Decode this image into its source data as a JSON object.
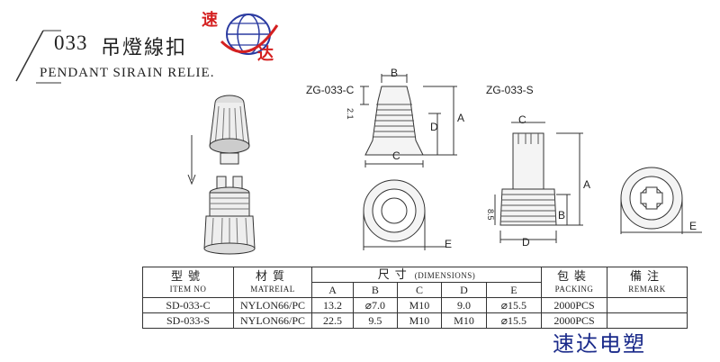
{
  "header": {
    "model_no": "033",
    "title_cn": "吊燈線扣",
    "title_en": "PENDANT SIRAIN RELIE.",
    "logo_text_top": "速",
    "logo_text_bottom": "达"
  },
  "drawings": {
    "label_c": "ZG-033-C",
    "label_s": "ZG-033-S",
    "dim_a": "A",
    "dim_b": "B",
    "dim_c": "C",
    "dim_d": "D",
    "dim_e": "E",
    "dim_21": "2.1",
    "dim_85": "8.5"
  },
  "table": {
    "headers": {
      "item_cn": "型號",
      "item_en": "ITEM NO",
      "material_cn": "材質",
      "material_en": "MATREIAL",
      "dim_cn": "尺寸",
      "dim_en": "(DIMENSIONS)",
      "packing_cn": "包裝",
      "packing_en": "PACKING",
      "remark_cn": "備注",
      "remark_en": "REMARK",
      "cols": [
        "A",
        "B",
        "C",
        "D",
        "E"
      ]
    },
    "rows": [
      {
        "item": "SD-033-C",
        "material": "NYLON66/PC",
        "a": "13.2",
        "b": "⌀7.0",
        "c": "M10",
        "d": "9.0",
        "e": "⌀15.5",
        "packing": "2000PCS",
        "remark": ""
      },
      {
        "item": "SD-033-S",
        "material": "NYLON66/PC",
        "a": "22.5",
        "b": "9.5",
        "c": "M10",
        "d": "M10",
        "e": "⌀15.5",
        "packing": "2000PCS",
        "remark": ""
      }
    ]
  },
  "footer": {
    "company": "速达电塑"
  },
  "colors": {
    "logo_red": "#d42020",
    "logo_blue": "#2a3aa0",
    "line": "#333333"
  }
}
